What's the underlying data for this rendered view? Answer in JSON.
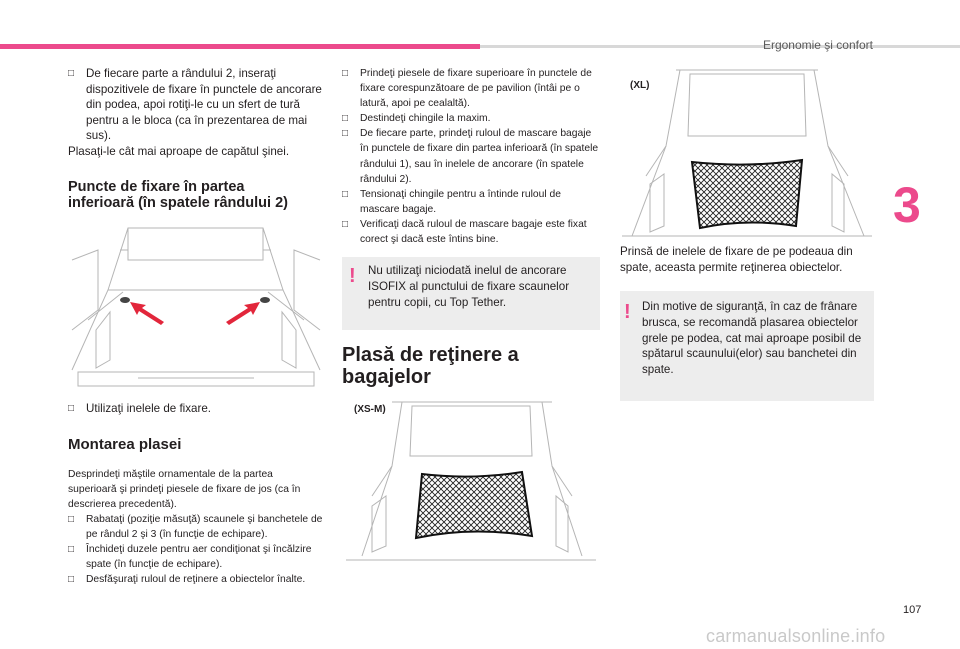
{
  "header": {
    "section_title": "Ergonomie şi confort",
    "chapter_number": "3",
    "page_number": "107"
  },
  "watermark": "carmanualsonline.info",
  "col1": {
    "bullet1": "De fiecare parte a rândului 2, inseraţi dispozitivele de fixare în punctele de ancorare din podea, apoi rotiţi-le cu un sfert de tură pentru a le bloca (ca în prezentarea de mai sus).",
    "para1": "Plasaţi-le cât mai aproape de capătul şinei.",
    "heading1_line1": "Puncte de fixare în partea",
    "heading1_line2": "inferioară (în spatele rândului 2)",
    "bullet2": "Utilizaţi inelele de fixare.",
    "heading2": "Montarea plasei",
    "para2": "Desprindeţi măştile ornamentale de la partea superioară şi prindeţi piesele de fixare de jos (ca în descrierea precedentă).",
    "bullets3": [
      "Rabataţi (poziţie măsuţă) scaunele şi banchetele de pe rândul 2 şi 3 (în funcţie de echipare).",
      "Închideţi duzele pentru aer condiţionat şi încălzire spate (în funcţie de echipare).",
      "Desfăşuraţi ruloul de reţinere a obiectelor înalte."
    ]
  },
  "col2": {
    "bullets": [
      "Prindeţi piesele de fixare superioare în punctele de fixare corespunzătoare de pe pavilion (întâi pe o latură, apoi pe cealaltă).",
      "Destindeţi chingile la maxim.",
      "De fiecare parte, prindeţi ruloul de mascare bagaje în punctele de fixare din partea inferioară (în spatele rândului 1), sau în inelele de ancorare (în spatele rândului 2).",
      "Tensionaţi chingile pentru a întinde ruloul de mascare bagaje.",
      "Verificaţi dacă ruloul de mascare bagaje este fixat corect şi dacă este întins bine."
    ],
    "warning": "Nu utilizaţi niciodată inelul de ancorare ISOFIX al punctului de fixare scaunelor pentru copii, cu Top Tether.",
    "heading_line1": "Plasă de reţinere a",
    "heading_line2": "bagajelor",
    "image_label": "(XS-M)"
  },
  "col3": {
    "image_label": "(XL)",
    "para": "Prinsă de inelele de fixare de pe podeaua din spate, aceasta permite reţinerea obiectelor.",
    "warning": "Din motive de siguranţă, în caz de frânare brusca, se recomandă plasarea obiectelor grele pe podea, cat mai aproape posibil de spătarul scaunului(elor) sau banchetei din spate."
  },
  "icons": {
    "bullet": "checkbox-bullet-icon",
    "warning": "exclamation-icon"
  },
  "colors": {
    "accent": "#ec4a8c",
    "warning_bg": "#ededed"
  }
}
